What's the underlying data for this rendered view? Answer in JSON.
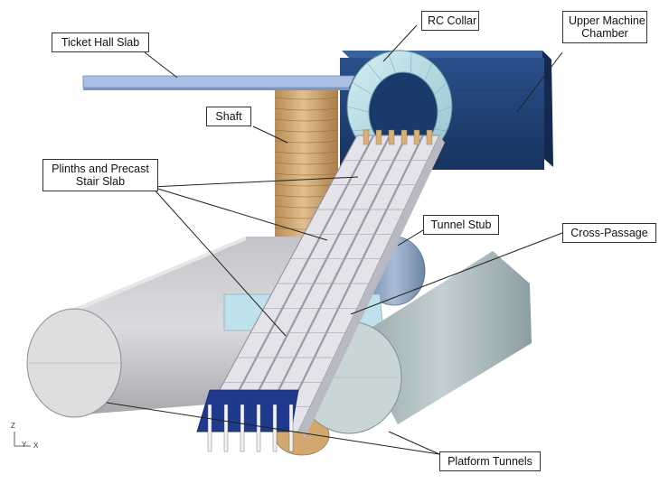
{
  "labels": {
    "ticket_hall_slab": "Ticket Hall Slab",
    "rc_collar": "RC Collar",
    "upper_machine_chamber_line1": "Upper Machine",
    "upper_machine_chamber_line2": "Chamber",
    "shaft": "Shaft",
    "plinths_line1": "Plinths and Precast",
    "plinths_line2": "Stair Slab",
    "tunnel_stub": "Tunnel Stub",
    "cross_passage": "Cross-Passage",
    "platform_tunnels": "Platform Tunnels"
  },
  "axes": {
    "z": "Z",
    "y": "Y",
    "x": "X"
  },
  "colors": {
    "chamber": "#1e3f73",
    "slab": "#a9bde0",
    "shaft": "#d4ac78",
    "collar": "#b9dde6",
    "tunnel_left": "#d0d0d3",
    "tunnel_right": "#b4c3c6",
    "stair": "#e4e4ea",
    "stair_bottom": "#203a8a",
    "stub": "#8fa6c3",
    "passage": "#bfe0ea"
  }
}
